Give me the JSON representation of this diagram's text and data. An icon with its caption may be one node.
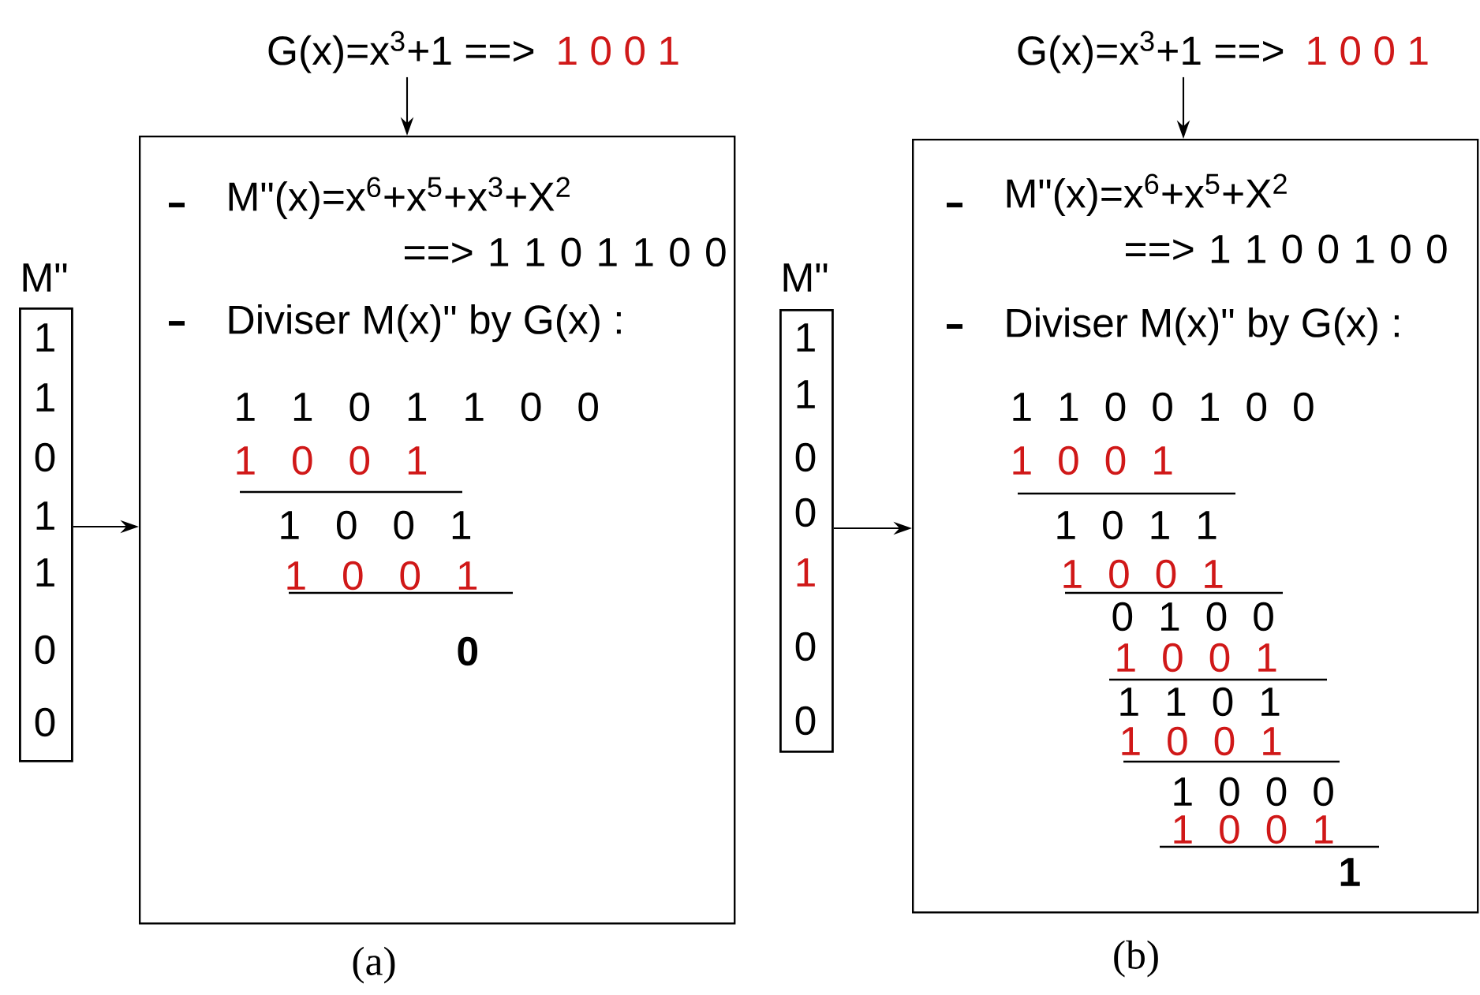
{
  "diagram": {
    "nodes": [
      {
        "text": [
          "G(x)=x$^{3}$+1 ==>",
          "1 0 0 1"
        ]
      },
      {
        "text": [
          "M\"(x)=x$^{6}$+x$^{5}$+x$^{3}$+X$^{2}$ ==> 1 1 0 1 1 0 0",
          "Diviser M(x)\" by G(x) :",
          "1 1 0 1 1 0 0",
          "1 0 0 1",
          "1 0 0 1",
          "1 0 0 1",
          "0"
        ]
      },
      {
        "text": [
          "M\"",
          "1",
          "1",
          "0",
          "1",
          "1",
          "0",
          "0"
        ]
      },
      {
        "text": [
          "G(x)=x$^{3}$+1 ==>",
          "1 0 0 1"
        ]
      },
      {
        "text": [
          "M\"(x)=x$^{6}$+x$^{5}$+X$^{2}$ ==> 1 1 0 0 1 0 0",
          "Diviser M(x)\" by G(x) :",
          "1 1 0 0 1 0 0",
          "1 0 0 1",
          "1 0 1 1",
          "1 0 0 1",
          "0 1 0 0",
          "1 0 0 1",
          "1 1 0 1",
          "1 0 0 1",
          "1 0 0 0",
          "1 0 0 1",
          "1"
        ]
      },
      {
        "text": [
          "M\"",
          "1",
          "1",
          "0",
          "0",
          "1",
          "0",
          "0"
        ]
      }
    ],
    "edges": [
      {
        "from": 0,
        "to": 1,
        "arrow": "to"
      },
      {
        "from": 2,
        "to": 1,
        "arrow": "to"
      },
      {
        "from": 3,
        "to": 4,
        "arrow": "to"
      },
      {
        "from": 5,
        "to": 4,
        "arrow": "to"
      }
    ],
    "labels": [
      "(a)",
      "(b)"
    ]
  }
}
